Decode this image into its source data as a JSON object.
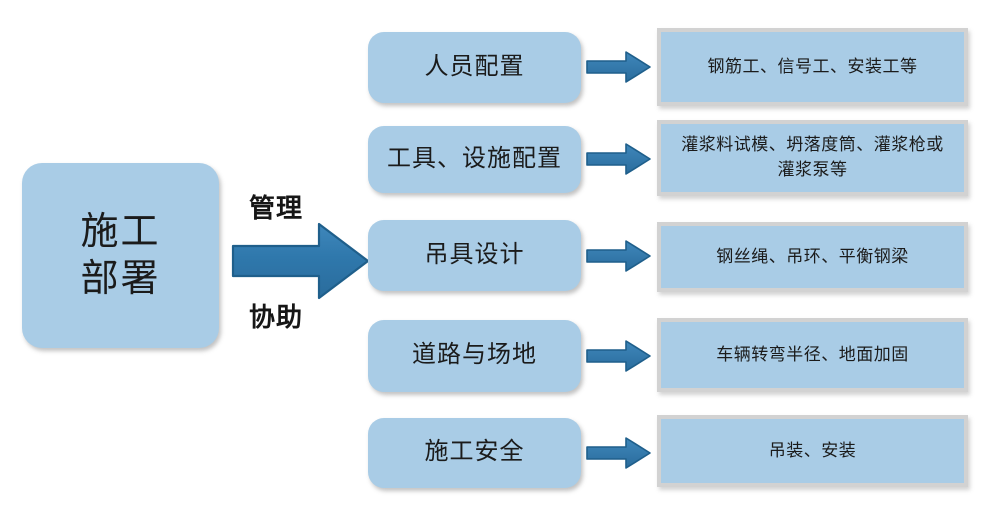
{
  "diagram": {
    "type": "flow-diagram",
    "title_node": {
      "label": "施工\n部署"
    },
    "edge_labels": [
      {
        "name": "manage",
        "text": "管理"
      },
      {
        "name": "assist",
        "text": "协助"
      }
    ],
    "main_arrow": {
      "icon": "right-arrow-icon",
      "color": "#3079ad"
    },
    "rows": [
      {
        "category": "人员配置",
        "detail": "钢筋工、信号工、安装工等",
        "arrow_icon": "right-arrow-icon"
      },
      {
        "category": "工具、设施配置",
        "detail": "灌浆料试模、坍落度筒、灌浆枪或灌浆泵等",
        "arrow_icon": "right-arrow-icon"
      },
      {
        "category": "吊具设计",
        "detail": "钢丝绳、吊环、平衡钢梁",
        "arrow_icon": "right-arrow-icon"
      },
      {
        "category": "道路与场地",
        "detail": "车辆转弯半径、地面加固",
        "arrow_icon": "right-arrow-icon"
      },
      {
        "category": "施工安全",
        "detail": "吊装、安装",
        "arrow_icon": "right-arrow-icon"
      }
    ],
    "colors": {
      "box_fill": "#a9cce6",
      "box_frame": "#d2d2d2",
      "arrow_fill": "#3079ad",
      "arrow_stroke": "#1f5f8b",
      "text": "#1b1b1b",
      "background": "#ffffff"
    }
  }
}
